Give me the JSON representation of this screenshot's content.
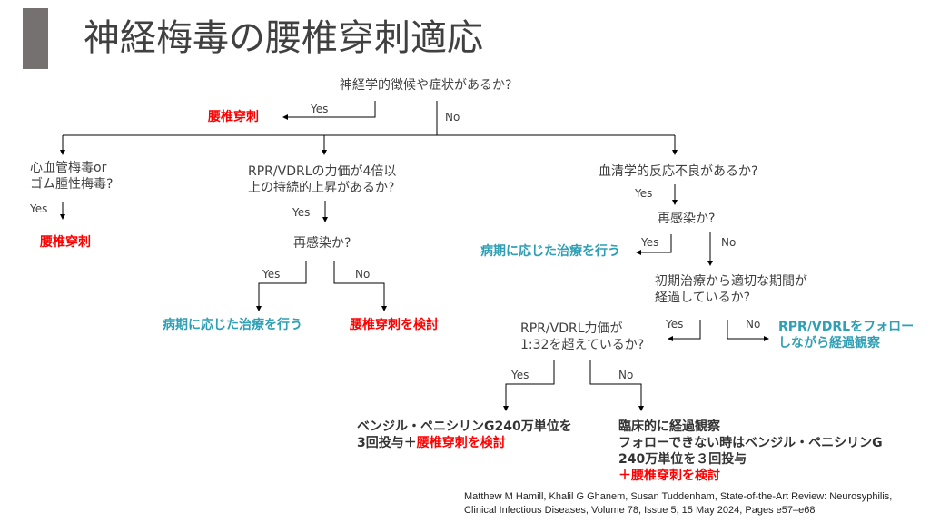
{
  "title": "神経梅毒の腰椎穿刺適応",
  "root": {
    "question": "神経学的徴候や症状があるか?",
    "yes_label": "Yes",
    "yes_result": "腰椎穿刺",
    "no_label": "No"
  },
  "branch_left": {
    "question_line1": "心血管梅毒or",
    "question_line2": "ゴム腫性梅毒?",
    "yes_label": "Yes",
    "yes_result": "腰椎穿刺"
  },
  "branch_middle": {
    "question_line1": "RPR/VDRLの力価が4倍以",
    "question_line2": "上の持続的上昇があるか?",
    "yes_label": "Yes",
    "reinfection_question": "再感染か?",
    "reinfection_yes_label": "Yes",
    "reinfection_yes_result": "病期に応じた治療を行う",
    "reinfection_no_label": "No",
    "reinfection_no_result": "腰椎穿刺を検討"
  },
  "branch_right": {
    "question": "血清学的反応不良があるか?",
    "yes_label": "Yes",
    "reinfection_question": "再感染か?",
    "reinfection_yes_label": "Yes",
    "reinfection_yes_result": "病期に応じた治療を行う",
    "reinfection_no_label": "No",
    "period_question_line1": "初期治療から適切な期間が",
    "period_question_line2": "経過しているか?",
    "period_yes_label": "Yes",
    "period_no_label": "No",
    "period_no_result_line1": "RPR/VDRLをフォロー",
    "period_no_result_line2": "しながら経過観察",
    "titer_question_line1": "RPR/VDRL力価が",
    "titer_question_line2": "1:32を超えているか?",
    "titer_yes_label": "Yes",
    "titer_no_label": "No",
    "titer_yes_result_line1": "ベンジル・ペニシリンG240万単位を",
    "titer_yes_result_line2_prefix": "3回投与＋",
    "titer_yes_result_line2_red": "腰椎穿刺を検討",
    "titer_no_result_line1": "臨床的に経過観察",
    "titer_no_result_line2": "フォローできない時はベンジル・ペニシリンG",
    "titer_no_result_line3": "240万単位を３回投与",
    "titer_no_result_line4": "＋腰椎穿刺を検討"
  },
  "citation": {
    "line1": "Matthew M Hamill,  Khalil G Ghanem, Susan Tuddenham, State-of-the-Art Review: Neurosyphilis,",
    "line2": "Clinical Infectious Diseases, Volume 78, Issue 5, 15 May 2024, Pages e57–e68"
  },
  "colors": {
    "title_bar": "#767171",
    "text": "#404040",
    "lumbar_puncture_red": "#ff0000",
    "treatment_teal": "#2e9fb4"
  }
}
